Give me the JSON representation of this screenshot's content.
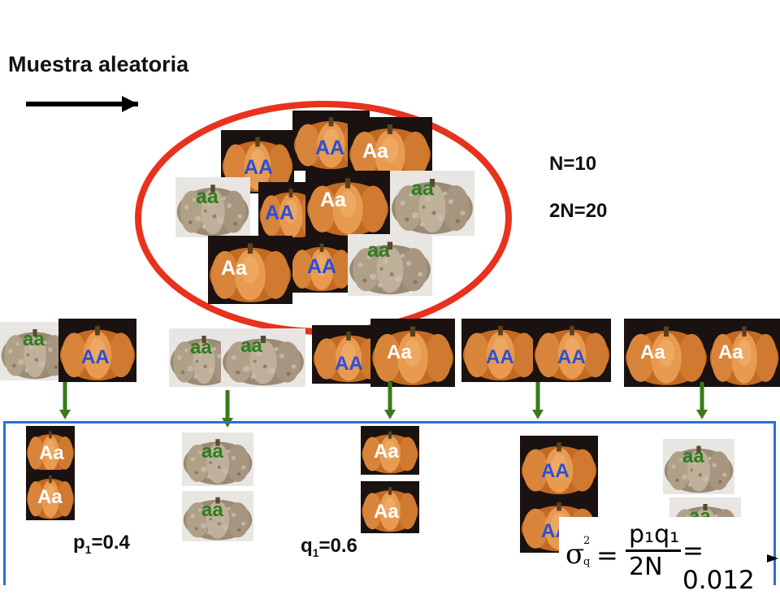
{
  "header": {
    "title": "Muestra aleatoria"
  },
  "population": {
    "n_label": "N=10",
    "two_n_label": "2N=20",
    "genotypes": [
      "AA",
      "Aa",
      "AA",
      "aa",
      "AA",
      "Aa",
      "aa",
      "Aa",
      "AA",
      "aa"
    ]
  },
  "pairs": [
    {
      "left": "aa",
      "right": "AA"
    },
    {
      "left": "aa",
      "right": "aa"
    },
    {
      "left": "AA",
      "right": "Aa"
    },
    {
      "left": "AA",
      "right": "AA"
    },
    {
      "left": "Aa",
      "right": "Aa"
    }
  ],
  "offspring": [
    {
      "top": "Aa",
      "bottom": "Aa"
    },
    {
      "top": "aa",
      "bottom": "aa"
    },
    {
      "top": "Aa",
      "bottom": "Aa"
    },
    {
      "top": "AA",
      "bottom": "AA"
    },
    {
      "top": "aa",
      "bottom": "aa"
    }
  ],
  "frequencies": {
    "p_label": "p",
    "p_sub": "1",
    "p_value": "=0.4",
    "q_label": "q",
    "q_sub": "1",
    "q_value": "=0.6"
  },
  "formula": {
    "sigma": "σ",
    "sup": "2",
    "sub": "q",
    "equals": "=",
    "numerator": "p₁q₁",
    "denominator": "2N",
    "result": "= 0.012"
  },
  "colors": {
    "AA": "#2a4fd6",
    "Aa": "#ffffff",
    "aa": "#2e7d1f",
    "ellipse": "#e8321e",
    "box": "#2a6fd6",
    "arrow_down": "#3a7a1a"
  }
}
